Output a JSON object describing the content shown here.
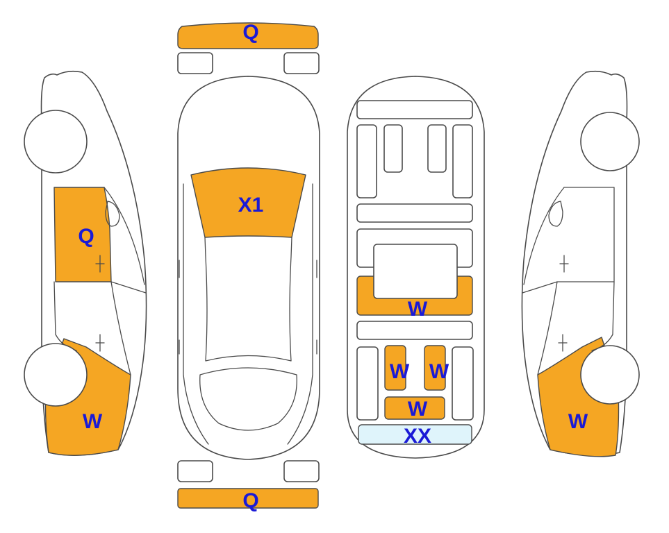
{
  "colors": {
    "damage_fill": "#f5a623",
    "label_text": "#1a1ad6",
    "special_fill": "#dff4fb",
    "outline": "#4a4a4a"
  },
  "regions": {
    "front_bumper": {
      "code": "Q",
      "highlighted": true
    },
    "windshield": {
      "code": "X1",
      "highlighted": true
    },
    "rear_bumper": {
      "code": "Q",
      "highlighted": true
    },
    "left_front_door": {
      "code": "Q",
      "highlighted": true
    },
    "left_rear_quarter": {
      "code": "W",
      "highlighted": true
    },
    "floor_center_crossmember": {
      "code": "W",
      "highlighted": true
    },
    "floor_rear_left": {
      "code": "W",
      "highlighted": true
    },
    "floor_rear_right": {
      "code": "W",
      "highlighted": true
    },
    "floor_rear_lower": {
      "code": "W",
      "highlighted": true
    },
    "floor_tail_panel": {
      "code": "XX",
      "highlighted": true
    },
    "right_rear_quarter": {
      "code": "W",
      "highlighted": true
    }
  }
}
